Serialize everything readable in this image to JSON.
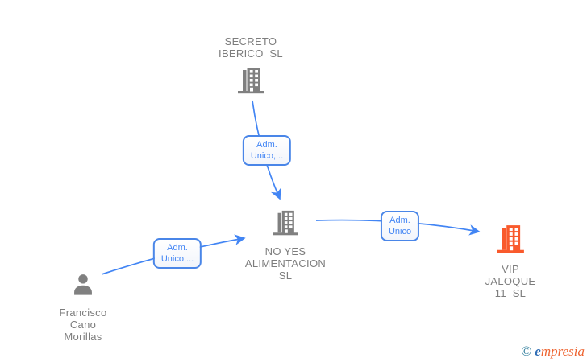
{
  "diagram": {
    "nodes": {
      "secreto": {
        "type": "company",
        "line1": "SECRETO",
        "line2": "IBERICO  SL"
      },
      "noyes": {
        "type": "company",
        "line1": "NO YES",
        "line2": "ALIMENTACION",
        "line3": "SL"
      },
      "vip": {
        "type": "company",
        "highlighted": true,
        "line1": "VIP",
        "line2": "JALOQUE",
        "line3": "11  SL"
      },
      "francisco": {
        "type": "person",
        "line1": "Francisco",
        "line2": "Cano",
        "line3": "Morillas"
      }
    },
    "edges": [
      {
        "from": "secreto",
        "to": "noyes",
        "label_line1": "Adm.",
        "label_line2": "Unico,..."
      },
      {
        "from": "noyes",
        "to": "vip",
        "label_line1": "Adm.",
        "label_line2": "Unico"
      },
      {
        "from": "francisco",
        "to": "noyes",
        "label_line1": "Adm.",
        "label_line2": "Unico,..."
      }
    ],
    "colors": {
      "edge_blue": "#4285f4",
      "label_border_blue": "#4a86e8",
      "node_gray": "#808080",
      "text_gray": "#7d7d7d",
      "highlight_orange": "#f95a2c"
    }
  },
  "footer": {
    "copyright_symbol": "©",
    "brand_first_letter": "e",
    "brand_rest": "mpresia"
  }
}
